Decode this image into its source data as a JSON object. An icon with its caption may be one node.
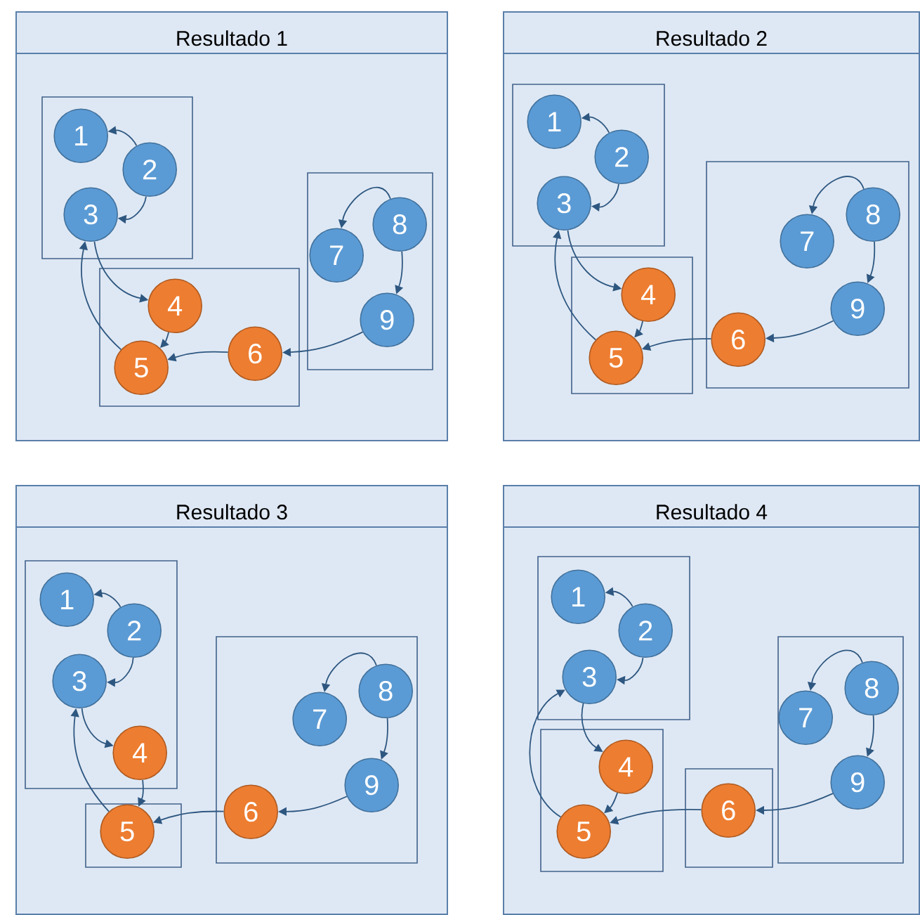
{
  "diagram": {
    "nodes": [
      {
        "text": [
          "Resultado 1"
        ]
      },
      {
        "text": [],
        "shape": "box",
        "in": 0
      },
      {
        "text": [
          "1"
        ],
        "in": 1
      },
      {
        "text": [
          "2"
        ],
        "in": 1
      },
      {
        "text": [
          "3"
        ],
        "in": 1
      },
      {
        "text": [],
        "shape": "box",
        "in": 0
      },
      {
        "text": [
          "4"
        ],
        "in": 5
      },
      {
        "text": [
          "5"
        ],
        "in": 5
      },
      {
        "text": [
          "6"
        ],
        "in": 5
      },
      {
        "text": [],
        "shape": "box",
        "in": 0
      },
      {
        "text": [
          "7"
        ],
        "in": 9
      },
      {
        "text": [
          "8"
        ],
        "in": 9
      },
      {
        "text": [
          "9"
        ],
        "in": 9
      },
      {
        "text": [
          "Resultado 2"
        ]
      },
      {
        "text": [],
        "shape": "box",
        "in": 13
      },
      {
        "text": [
          "1"
        ],
        "in": 14
      },
      {
        "text": [
          "2"
        ],
        "in": 14
      },
      {
        "text": [
          "3"
        ],
        "in": 14
      },
      {
        "text": [],
        "shape": "box",
        "in": 13
      },
      {
        "text": [
          "4"
        ],
        "in": 18
      },
      {
        "text": [
          "5"
        ],
        "in": 18
      },
      {
        "text": [],
        "shape": "box",
        "in": 13
      },
      {
        "text": [
          "6"
        ],
        "in": 21
      },
      {
        "text": [
          "7"
        ],
        "in": 21
      },
      {
        "text": [
          "8"
        ],
        "in": 21
      },
      {
        "text": [
          "9"
        ],
        "in": 21
      },
      {
        "text": [
          "Resultado 3"
        ]
      },
      {
        "text": [],
        "shape": "box",
        "in": 26
      },
      {
        "text": [
          "1"
        ],
        "in": 27
      },
      {
        "text": [
          "2"
        ],
        "in": 27
      },
      {
        "text": [
          "3"
        ],
        "in": 27
      },
      {
        "text": [
          "4"
        ],
        "in": 27
      },
      {
        "text": [],
        "shape": "box",
        "in": 26
      },
      {
        "text": [
          "5"
        ],
        "in": 32
      },
      {
        "text": [],
        "shape": "box",
        "in": 26
      },
      {
        "text": [
          "6"
        ],
        "in": 34
      },
      {
        "text": [
          "7"
        ],
        "in": 34
      },
      {
        "text": [
          "8"
        ],
        "in": 34
      },
      {
        "text": [
          "9"
        ],
        "in": 34
      },
      {
        "text": [
          "Resultado 4"
        ]
      },
      {
        "text": [],
        "shape": "box",
        "in": 39
      },
      {
        "text": [
          "1"
        ],
        "in": 40
      },
      {
        "text": [
          "2"
        ],
        "in": 40
      },
      {
        "text": [
          "3"
        ],
        "in": 40
      },
      {
        "text": [],
        "shape": "box",
        "in": 39
      },
      {
        "text": [
          "4"
        ],
        "in": 44
      },
      {
        "text": [
          "5"
        ],
        "in": 44
      },
      {
        "text": [],
        "shape": "box",
        "in": 39
      },
      {
        "text": [
          "6"
        ],
        "in": 47
      },
      {
        "text": [],
        "shape": "box",
        "in": 39
      },
      {
        "text": [
          "7"
        ],
        "in": 49
      },
      {
        "text": [
          "8"
        ],
        "in": 49
      },
      {
        "text": [
          "9"
        ],
        "in": 49
      }
    ],
    "edges": [
      {
        "from": 3,
        "to": 2,
        "arrow": "to"
      },
      {
        "from": 3,
        "to": 4,
        "arrow": "to"
      },
      {
        "from": 4,
        "to": 6,
        "arrow": "to"
      },
      {
        "from": 6,
        "to": 7,
        "arrow": "to"
      },
      {
        "from": 7,
        "to": 4,
        "arrow": "to"
      },
      {
        "from": 8,
        "to": 7,
        "arrow": "to"
      },
      {
        "from": 12,
        "to": 8,
        "arrow": "to"
      },
      {
        "from": 11,
        "to": 10,
        "arrow": "to"
      },
      {
        "from": 11,
        "to": 12,
        "arrow": "to"
      },
      {
        "from": 16,
        "to": 15,
        "arrow": "to"
      },
      {
        "from": 16,
        "to": 17,
        "arrow": "to"
      },
      {
        "from": 17,
        "to": 19,
        "arrow": "to"
      },
      {
        "from": 19,
        "to": 20,
        "arrow": "to"
      },
      {
        "from": 20,
        "to": 17,
        "arrow": "to"
      },
      {
        "from": 22,
        "to": 20,
        "arrow": "to"
      },
      {
        "from": 25,
        "to": 22,
        "arrow": "to"
      },
      {
        "from": 24,
        "to": 23,
        "arrow": "to"
      },
      {
        "from": 24,
        "to": 25,
        "arrow": "to"
      },
      {
        "from": 29,
        "to": 28,
        "arrow": "to"
      },
      {
        "from": 29,
        "to": 30,
        "arrow": "to"
      },
      {
        "from": 30,
        "to": 31,
        "arrow": "to"
      },
      {
        "from": 31,
        "to": 33,
        "arrow": "to"
      },
      {
        "from": 33,
        "to": 30,
        "arrow": "to"
      },
      {
        "from": 35,
        "to": 33,
        "arrow": "to"
      },
      {
        "from": 38,
        "to": 35,
        "arrow": "to"
      },
      {
        "from": 37,
        "to": 36,
        "arrow": "to"
      },
      {
        "from": 37,
        "to": 38,
        "arrow": "to"
      },
      {
        "from": 42,
        "to": 41,
        "arrow": "to"
      },
      {
        "from": 42,
        "to": 43,
        "arrow": "to"
      },
      {
        "from": 43,
        "to": 45,
        "arrow": "to"
      },
      {
        "from": 45,
        "to": 46,
        "arrow": "to"
      },
      {
        "from": 46,
        "to": 43,
        "arrow": "to"
      },
      {
        "from": 48,
        "to": 46,
        "arrow": "to"
      },
      {
        "from": 52,
        "to": 48,
        "arrow": "to"
      },
      {
        "from": 51,
        "to": 50,
        "arrow": "to"
      },
      {
        "from": 51,
        "to": 52,
        "arrow": "to"
      }
    ]
  }
}
